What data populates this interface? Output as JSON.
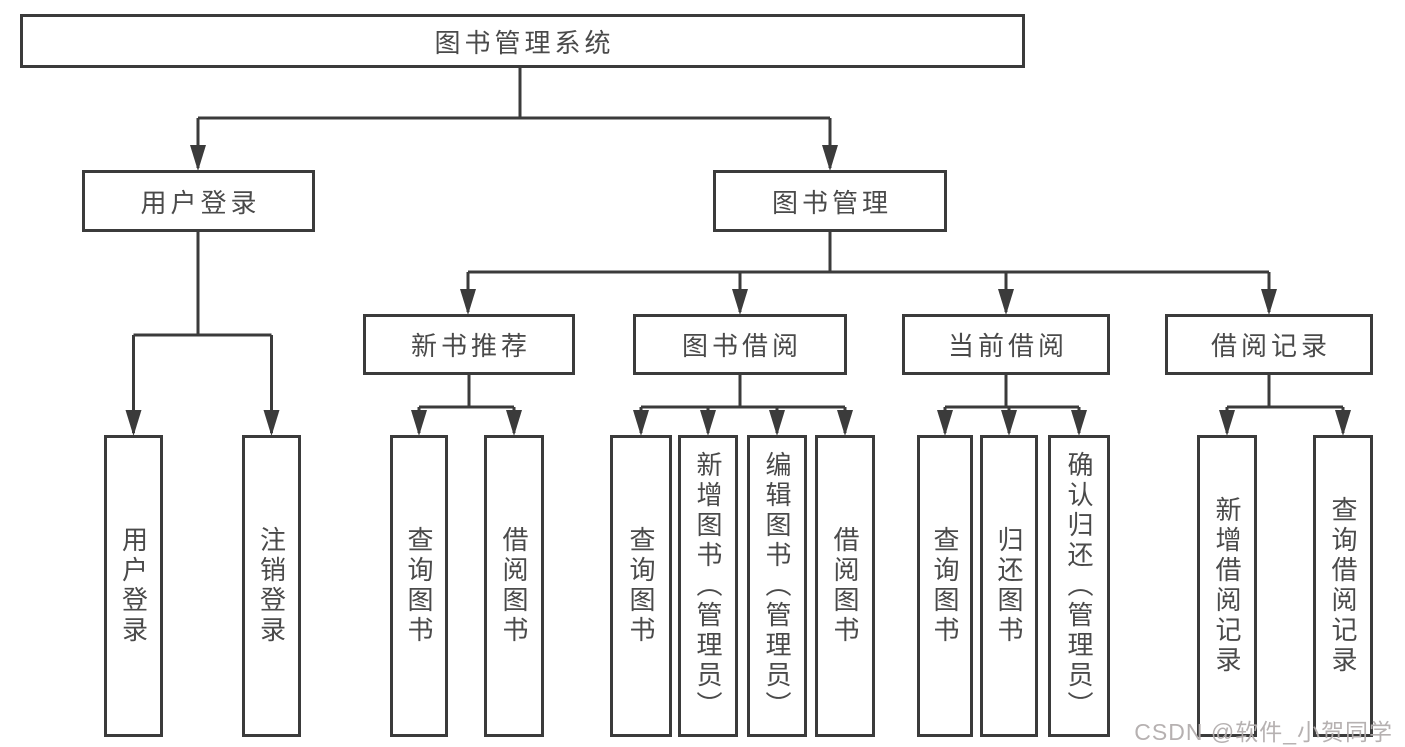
{
  "diagram": {
    "type": "hierarchy-tree",
    "nodes": {
      "root": "图书管理系统",
      "user_login": "用户登录",
      "book_mgmt": "图书管理",
      "new_book_rec": "新书推荐",
      "book_borrow": "图书借阅",
      "current_borrow": "当前借阅",
      "borrow_record": "借阅记录",
      "ul_user_login": "用户登录",
      "ul_logout": "注销登录",
      "nb_query_book": "查询图书",
      "nb_borrow_book": "借阅图书",
      "bb_query_book": "查询图书",
      "bb_add_book": "新增图书（管理员）",
      "bb_edit_book": "编辑图书（管理员）",
      "bb_borrow_book": "借阅图书",
      "cb_query_book": "查询图书",
      "cb_return_book": "归还图书",
      "cb_confirm_return": "确认归还（管理员）",
      "br_add_record": "新增借阅记录",
      "br_query_record": "查询借阅记录"
    },
    "hierarchy": {
      "图书管理系统": {
        "用户登录": [
          "用户登录",
          "注销登录"
        ],
        "图书管理": {
          "新书推荐": [
            "查询图书",
            "借阅图书"
          ],
          "图书借阅": [
            "查询图书",
            "新增图书（管理员）",
            "编辑图书（管理员）",
            "借阅图书"
          ],
          "当前借阅": [
            "查询图书",
            "归还图书",
            "确认归还（管理员）"
          ],
          "借阅记录": [
            "新增借阅记录",
            "查询借阅记录"
          ]
        }
      }
    },
    "colors": {
      "line": "#3b3b3b",
      "border": "#3b3b3b",
      "text": "#4a4a4a",
      "background": "#ffffff",
      "watermark": "#b2adad"
    }
  },
  "watermark": {
    "text": "CSDN @软件_小贺同学"
  }
}
